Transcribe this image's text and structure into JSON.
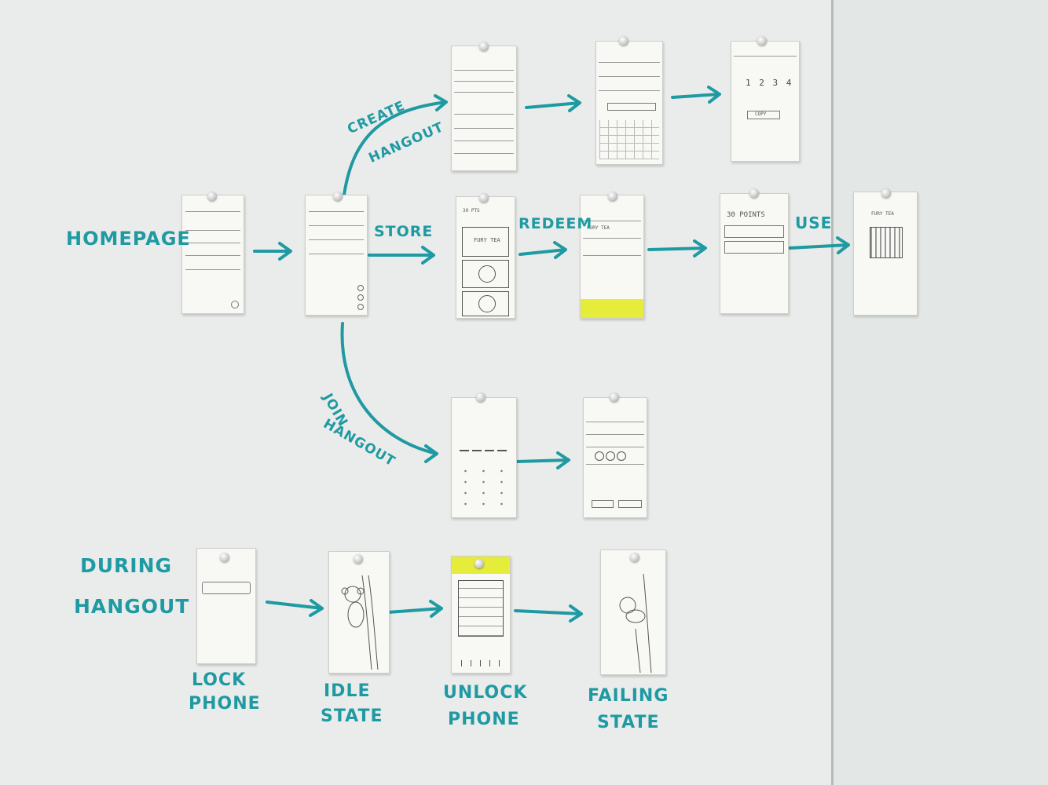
{
  "labels": {
    "homepage": "HOMEPAGE",
    "create_1": "CREATE",
    "create_2": "HANGOUT",
    "store": "STORE",
    "redeem": "REDEEM",
    "use": "USE",
    "join_1": "JOIN",
    "join_2": "HANGOUT",
    "during_1": "DURING",
    "during_2": "HANGOUT",
    "lock_1": "LOCK",
    "lock_2": "PHONE",
    "idle_1": "IDLE",
    "idle_2": "STATE",
    "unlock_1": "UNLOCK",
    "unlock_2": "PHONE",
    "failing_1": "FAILING",
    "failing_2": "STATE"
  },
  "screens": {
    "create_code_digits": "1 2 3 4",
    "copy_button": "COPY",
    "store_tile_1": "FURY TEA",
    "redeem_brand": "FURY TEA",
    "points_wallet": "30 POINTS",
    "use_brand": "FURY TEA"
  },
  "colors": {
    "marker": "#1f9aa3",
    "board": "#e9ecea",
    "paper": "#f8f8f5",
    "sticky": "#e6ec3a"
  }
}
